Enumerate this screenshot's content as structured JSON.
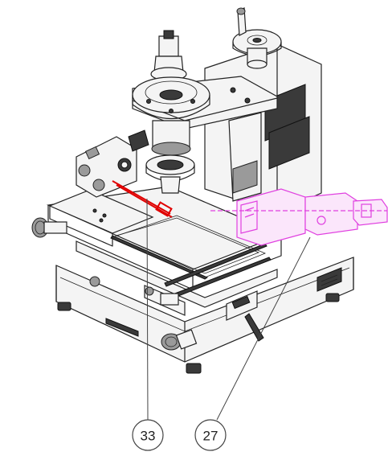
{
  "callouts": [
    {
      "id": "33",
      "label": "33"
    },
    {
      "id": "27",
      "label": "27"
    }
  ],
  "colors": {
    "line": "#222222",
    "highlight_red": "#e00000",
    "highlight_magenta": "#e040e0",
    "background": "#ffffff"
  }
}
